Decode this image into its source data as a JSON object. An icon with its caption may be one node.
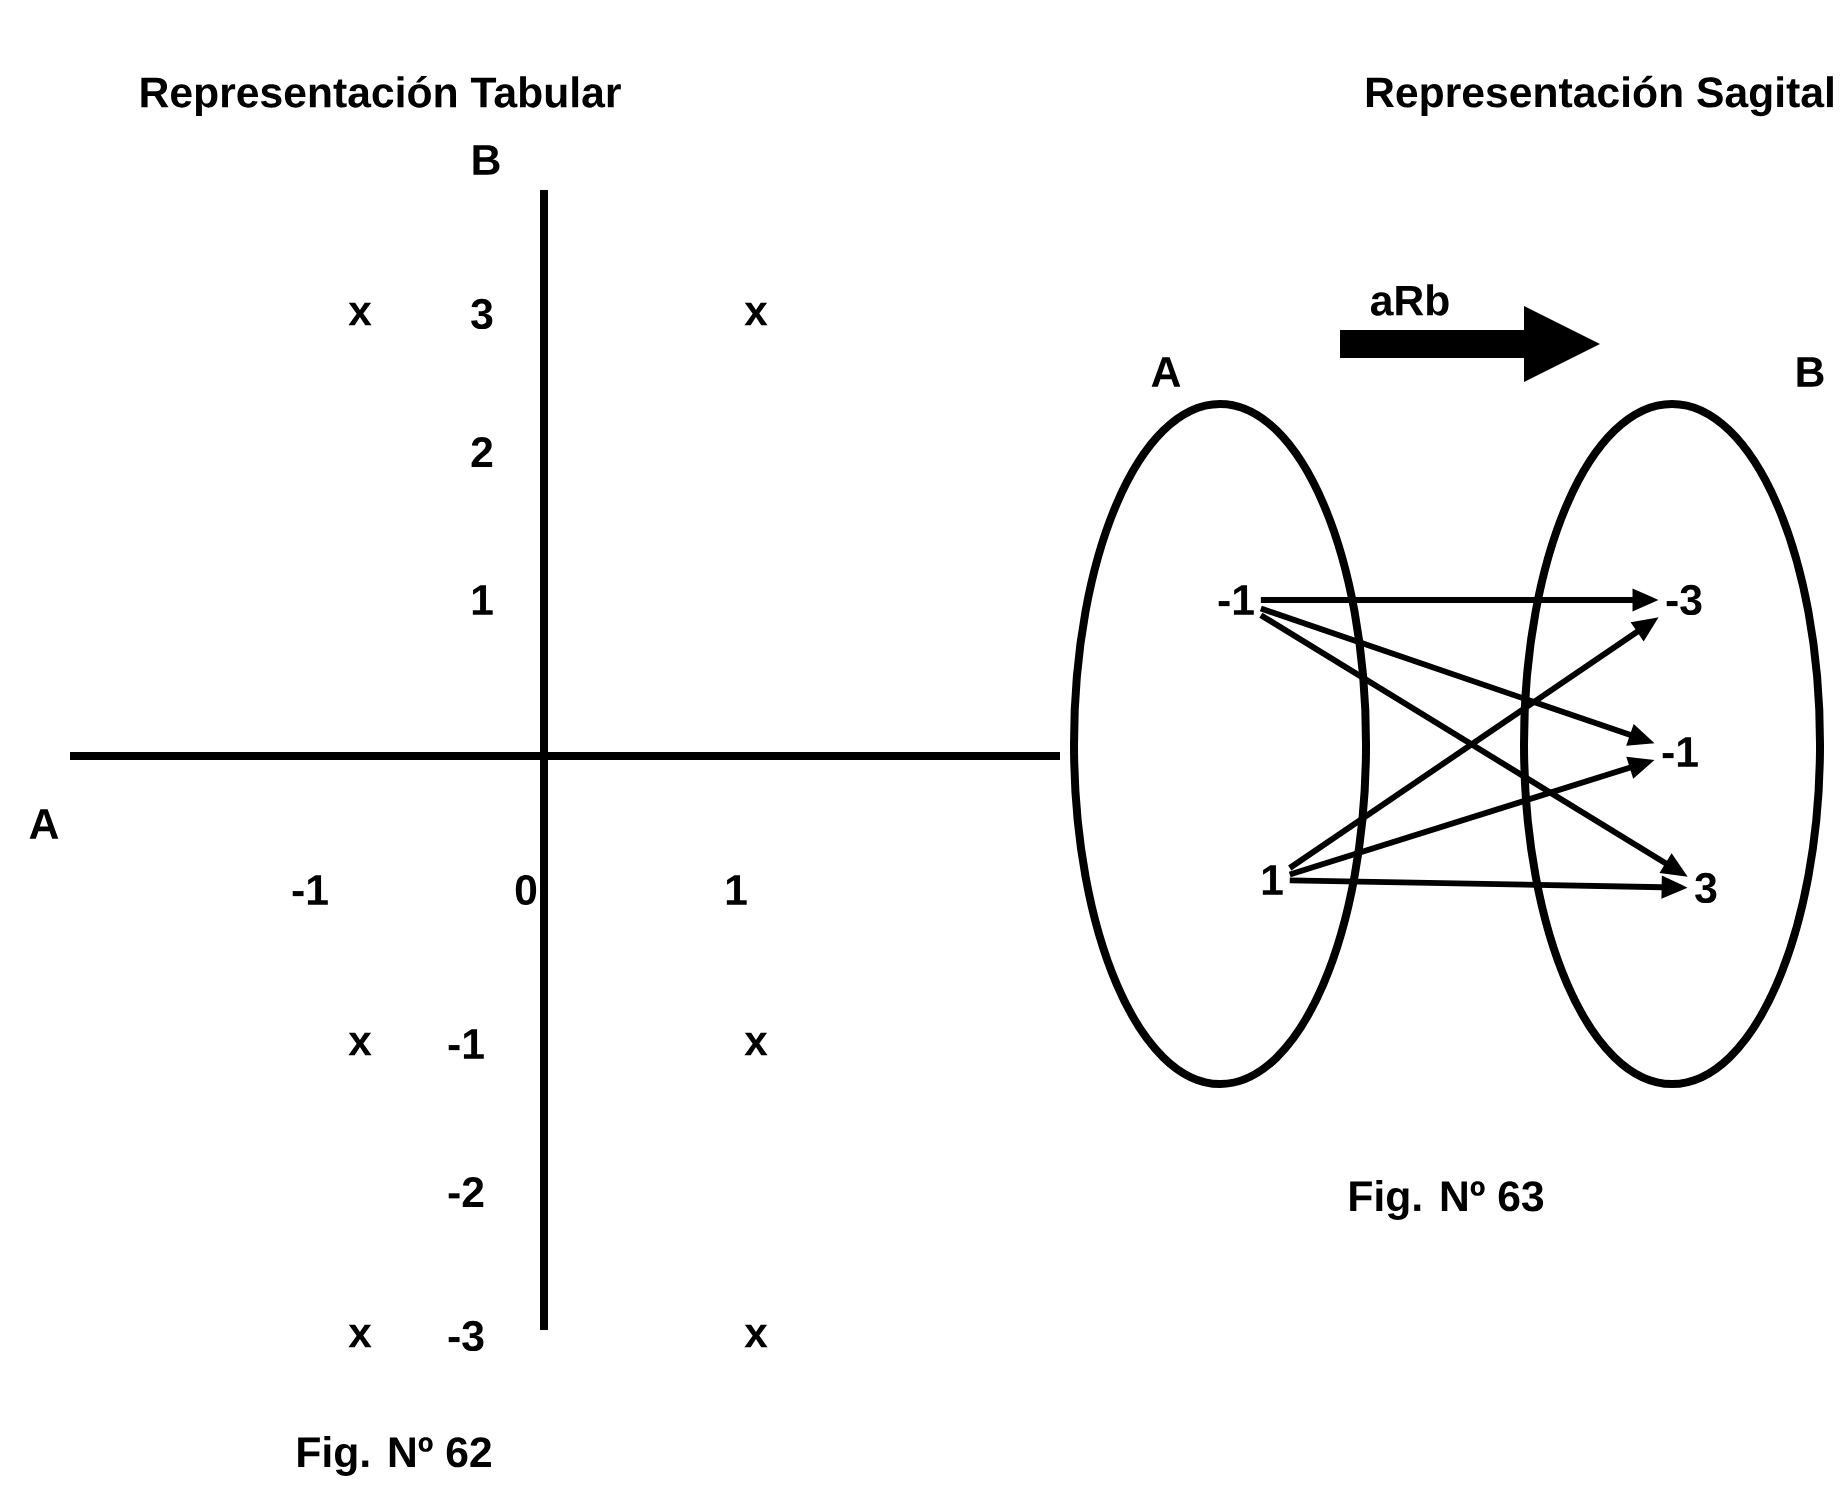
{
  "diagram": {
    "nodes": [
      {
        "text": [
          "A"
        ]
      },
      {
        "text": [
          "B"
        ]
      },
      {
        "text": [
          "-1"
        ],
        "in": 0
      },
      {
        "text": [
          "1"
        ],
        "in": 0
      },
      {
        "text": [
          "-3"
        ],
        "in": 1
      },
      {
        "text": [
          "-1"
        ],
        "in": 1
      },
      {
        "text": [
          "3"
        ],
        "in": 1
      }
    ],
    "edges": [
      {
        "from": 2,
        "to": 4,
        "arrow": "to"
      },
      {
        "from": 2,
        "to": 5,
        "arrow": "to"
      },
      {
        "from": 2,
        "to": 6,
        "arrow": "to"
      },
      {
        "from": 3,
        "to": 4,
        "arrow": "to"
      },
      {
        "from": 3,
        "to": 5,
        "arrow": "to"
      },
      {
        "from": 3,
        "to": 6,
        "arrow": "to"
      }
    ],
    "labels": [
      "Representación Tabular",
      "Representación Sagital",
      "B",
      "aRb",
      "x",
      "3",
      "x",
      "2",
      "1",
      "A",
      "-1",
      "0",
      "1",
      "x",
      "-1",
      "x",
      "-2",
      "Fig. Nº 63",
      "x",
      "-3",
      "x",
      "Fig. Nº 62"
    ]
  }
}
